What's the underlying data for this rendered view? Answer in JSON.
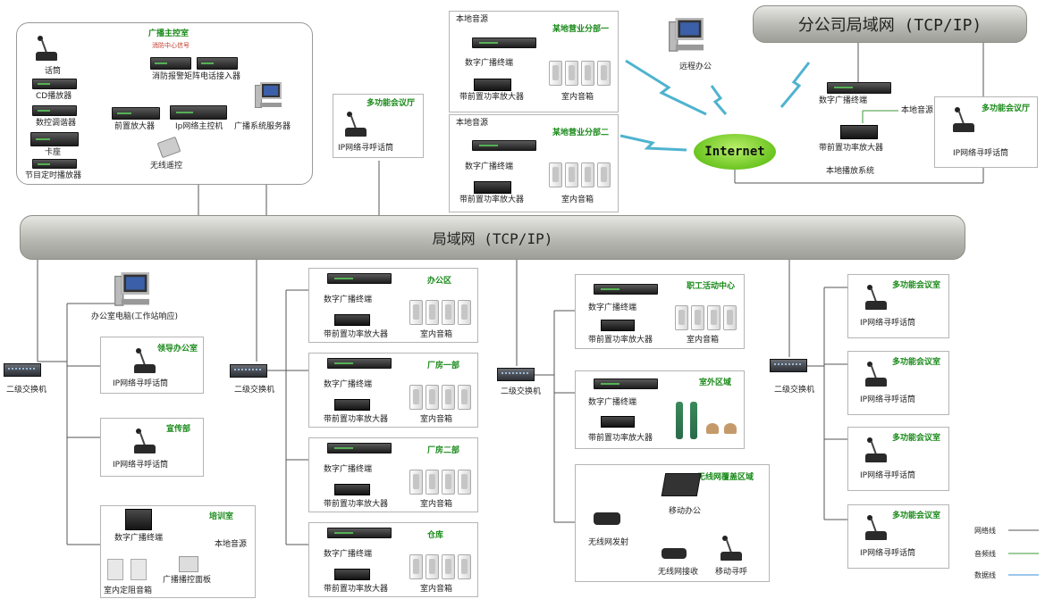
{
  "lan_bar": "局域网 (TCP/IP)",
  "branch_lan_bar": "分公司局域网 (TCP/IP)",
  "internet": "Internet",
  "control_room": {
    "title": "广播主控室",
    "fire_signal": "消防中心信号",
    "mic": "话筒",
    "cd": "CD播放器",
    "tuner": "数控调谐器",
    "tape": "卡座",
    "timer": "节目定时播放器",
    "pre_amp": "前置放大器",
    "fire_matrix": "消防报警矩阵",
    "phone": "电话接入器",
    "ip_host": "Ip网络主控机",
    "server": "广播系统服务器",
    "remote": "无线遥控"
  },
  "top_conf": {
    "title": "多功能会议厅",
    "device": "IP网络寻呼话筒"
  },
  "branch1": {
    "src": "本地音源",
    "title": "某地营业分部一",
    "terminal": "数字广播终端",
    "amp": "带前置功率放大器",
    "spk": "室内音箱"
  },
  "branch2": {
    "src": "本地音源",
    "title": "某地营业分部二",
    "terminal": "数字广播终端",
    "amp": "带前置功率放大器",
    "spk": "室内音箱"
  },
  "remote_office": "远程办公",
  "subsidiary": {
    "terminal": "数字广播终端",
    "src": "本地音源",
    "amp": "带前置功率放大器",
    "sys": "本地播放系统"
  },
  "right_conf": {
    "title": "多功能会议厅",
    "device": "IP网络寻呼话筒"
  },
  "switch_label": "二级交换机",
  "col1": {
    "pc": "办公室电脑(工作站响应)",
    "leader": {
      "title": "领导办公室",
      "device": "IP网络寻呼话筒"
    },
    "publicity": {
      "title": "宣传部",
      "device": "IP网络寻呼话筒"
    },
    "training": {
      "title": "培训室",
      "terminal": "数字广播终端",
      "src": "本地音源",
      "panel": "广播播控面板",
      "spk": "室内定阻音箱"
    }
  },
  "col2": [
    {
      "title": "办公区",
      "terminal": "数字广播终端",
      "amp": "带前置功率放大器",
      "spk": "室内音箱"
    },
    {
      "title": "厂房一部",
      "terminal": "数字广播终端",
      "amp": "带前置功率放大器",
      "spk": "室内音箱"
    },
    {
      "title": "厂房二部",
      "terminal": "数字广播终端",
      "amp": "带前置功率放大器",
      "spk": "室内音箱"
    },
    {
      "title": "仓库",
      "terminal": "数字广播终端",
      "amp": "带前置功率放大器",
      "spk": "室内音箱"
    }
  ],
  "col3": {
    "staff": {
      "title": "职工活动中心",
      "terminal": "数字广播终端",
      "amp": "带前置功率放大器",
      "spk": "室内音箱"
    },
    "outdoor": {
      "title": "室外区域",
      "terminal": "数字广播终端",
      "amp": "带前置功率放大器"
    },
    "wireless": {
      "title": "无线网覆盖区域",
      "mobile_office": "移动办公",
      "tx": "无线网发射",
      "rx": "无线网接收",
      "mobile_page": "移动寻呼"
    }
  },
  "col4": [
    {
      "title": "多功能会议室",
      "device": "IP网络寻呼话筒"
    },
    {
      "title": "多功能会议室",
      "device": "IP网络寻呼话筒"
    },
    {
      "title": "多功能会议室",
      "device": "IP网络寻呼话筒"
    },
    {
      "title": "多功能会议室",
      "device": "IP网络寻呼话筒"
    }
  ],
  "legend": {
    "network": "网络线",
    "audio": "音频线",
    "data": "数据线"
  },
  "colors": {
    "network": "#555555",
    "audio": "#3a9a3a",
    "data": "#3b8ed8",
    "lightning": "#4fb3cf",
    "title_green": "#1a8a1a"
  }
}
